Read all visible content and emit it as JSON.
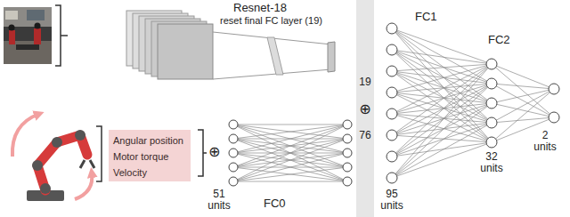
{
  "diagram": {
    "nodes": [
      {
        "text": [
          "Angular position"
        ]
      },
      {
        "text": [
          "Motor torque"
        ]
      },
      {
        "text": [
          "Velocity"
        ]
      },
      {
        "text": [
          "19",
          "⊕",
          "76"
        ]
      }
    ],
    "labels": [
      "Resnet-18",
      "reset final FC layer (19)",
      "FC1",
      "FC2",
      "⊕",
      "51 units",
      "FC0",
      "95 units",
      "32 units",
      "2 units"
    ]
  }
}
